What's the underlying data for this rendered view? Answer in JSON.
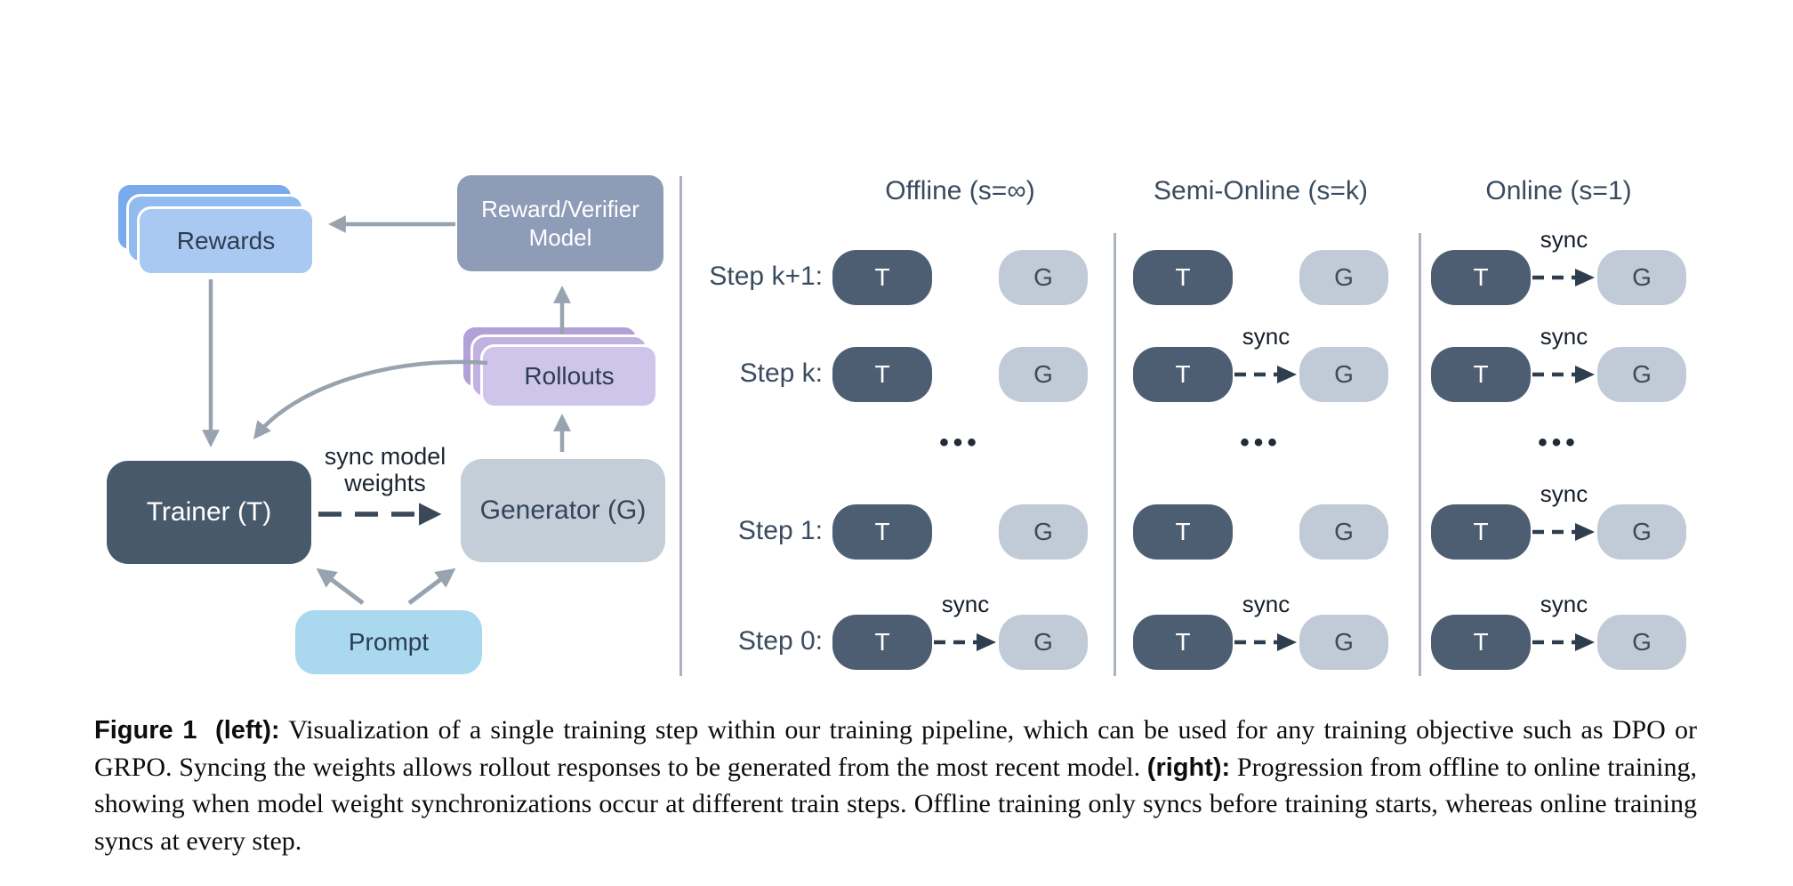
{
  "left_panel": {
    "rewards_label": "Rewards",
    "reward_verifier_line1": "Reward/Verifier",
    "reward_verifier_line2": "Model",
    "rollouts_label": "Rollouts",
    "trainer_label": "Trainer (T)",
    "generator_label": "Generator (G)",
    "prompt_label": "Prompt",
    "sync_note_line1": "sync model",
    "sync_note_line2": "weights"
  },
  "right_panel": {
    "columns": [
      {
        "title": "Offline (s=∞)"
      },
      {
        "title": "Semi-Online (s=k)"
      },
      {
        "title": "Online (s=1)"
      }
    ],
    "rows": [
      {
        "label": "Step k+1:",
        "sync": [
          false,
          false,
          true
        ]
      },
      {
        "label": "Step k:",
        "sync": [
          false,
          true,
          true
        ]
      },
      {
        "label": "•••",
        "is_dots": true
      },
      {
        "label": "Step 1:",
        "sync": [
          false,
          false,
          true
        ]
      },
      {
        "label": "Step 0:",
        "sync": [
          true,
          true,
          true
        ]
      }
    ],
    "trainer_letter": "T",
    "generator_letter": "G",
    "sync_label": "sync",
    "dots": "•••"
  },
  "caption": {
    "figure_label": "Figure 1",
    "left_label": "(left):",
    "left_text": "Visualization of a single training step within our training pipeline, which can be used for any training objective such as DPO or GRPO. Syncing the weights allows rollout responses to be generated from the most recent model.",
    "right_label": "(right):",
    "right_text": "Progression from offline to online training, showing when model weight synchronizations occur at different train steps. Offline training only syncs before training starts, whereas online training syncs at every step."
  },
  "colors": {
    "rewards_front": "#a9c9f2",
    "rewards_back": "#79aaec",
    "reward_verifier": "#8e9cb8",
    "rollouts_front": "#cfc4ea",
    "rollouts_back": "#b2a0d7",
    "trainer": "#48596c",
    "generator": "#c4ced9",
    "prompt": "#a9d8ef",
    "gray_arrow": "#98a3b0",
    "dark_arrow": "#3a4857",
    "label_text": "#3b4b5f"
  }
}
